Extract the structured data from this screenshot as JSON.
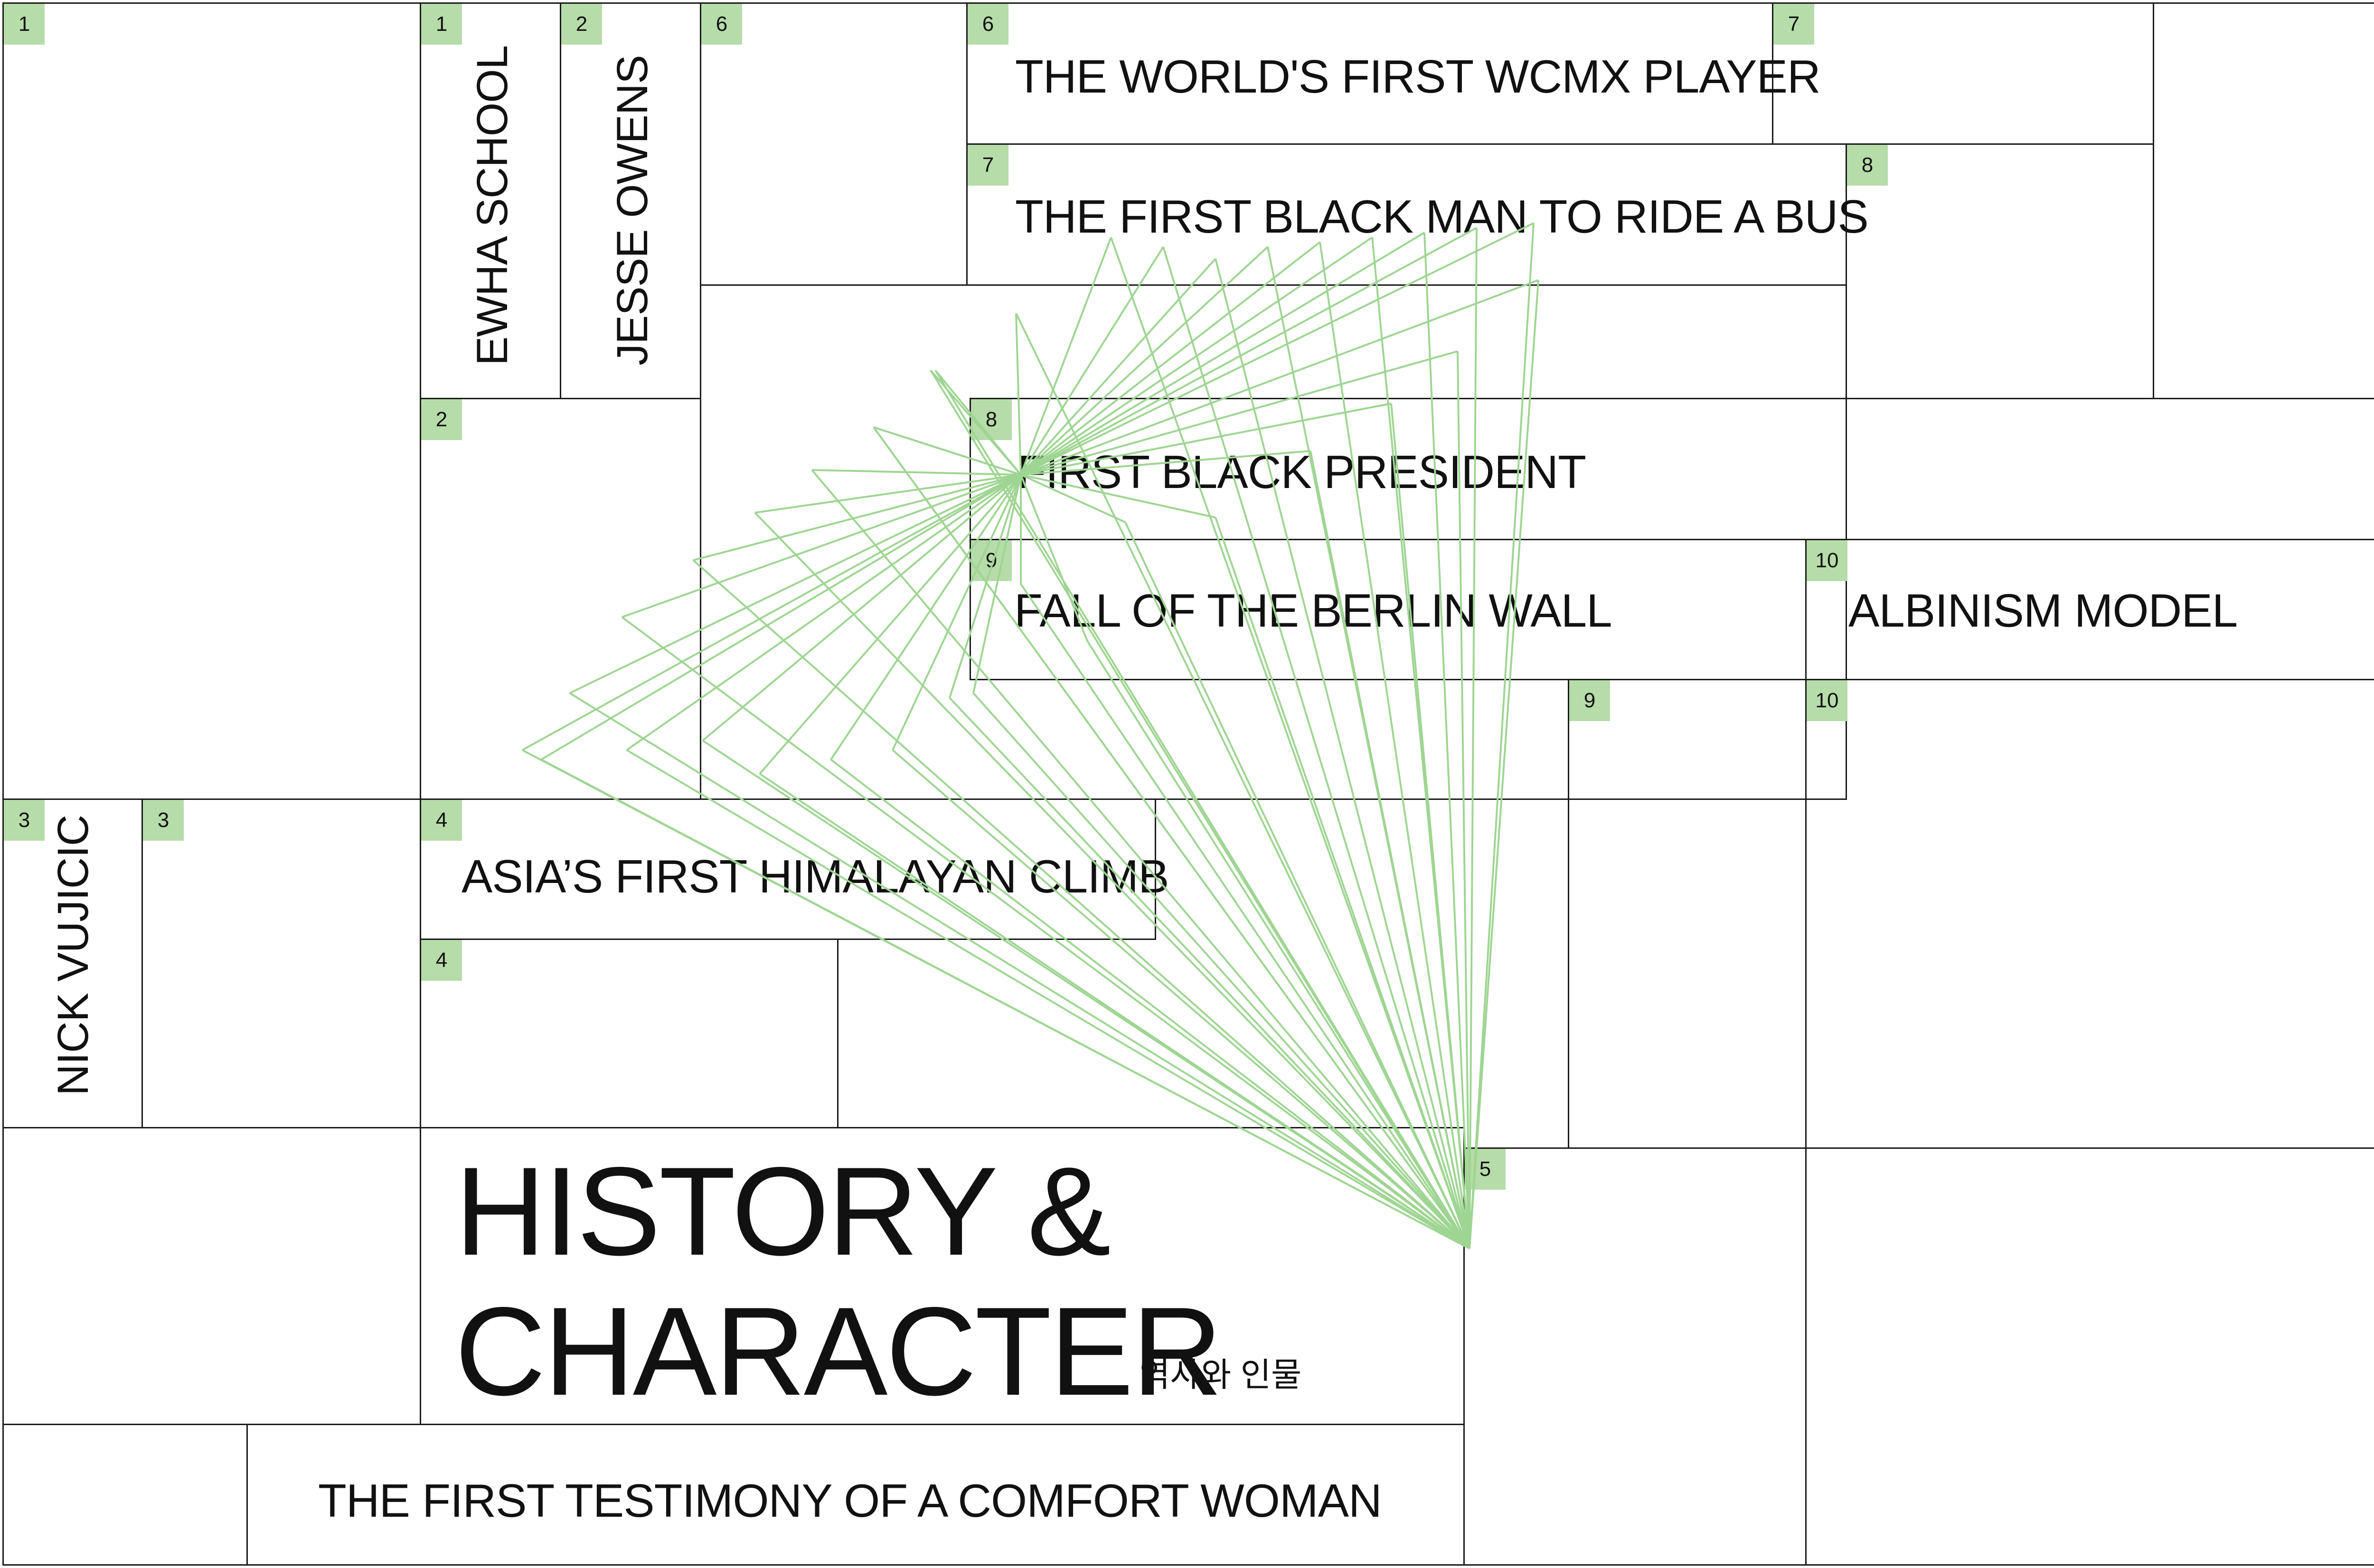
{
  "title": {
    "line1": "HISTORY &",
    "line2": "CHARACTER",
    "korean": "역사와 인물"
  },
  "labels": {
    "ewha": "EWHA SCHOOL",
    "jesse": "JESSE OWENS",
    "wcmx": "THE WORLD'S FIRST WCMX PLAYER",
    "bus": "THE FIRST BLACK MAN TO RIDE A BUS",
    "president": "FIRST BLACK PRESIDENT",
    "berlin": "FALL OF THE BERLIN WALL",
    "albinism": "ALBINISM MODEL",
    "nick": "NICK VUJICIC",
    "himalaya": "ASIA’S FIRST HIMALAYAN CLIMB",
    "comfort": "THE FIRST TESTIMONY OF A COMFORT WOMAN"
  },
  "tags": {
    "t1a": "1",
    "t1b": "1",
    "t2a": "2",
    "t2b": "2",
    "t6a": "6",
    "t6b": "6",
    "t7a": "7",
    "t7b": "7",
    "t8a": "8",
    "t8b": "8",
    "t9a": "9",
    "t9b": "9",
    "t10a": "10",
    "t10b": "10",
    "t3a": "3",
    "t3b": "3",
    "t4a": "4",
    "t4b": "4",
    "t5": "5"
  },
  "colors": {
    "accent": "#b6dca9",
    "lines": "#9fd593",
    "border": "#1a1a1a"
  }
}
